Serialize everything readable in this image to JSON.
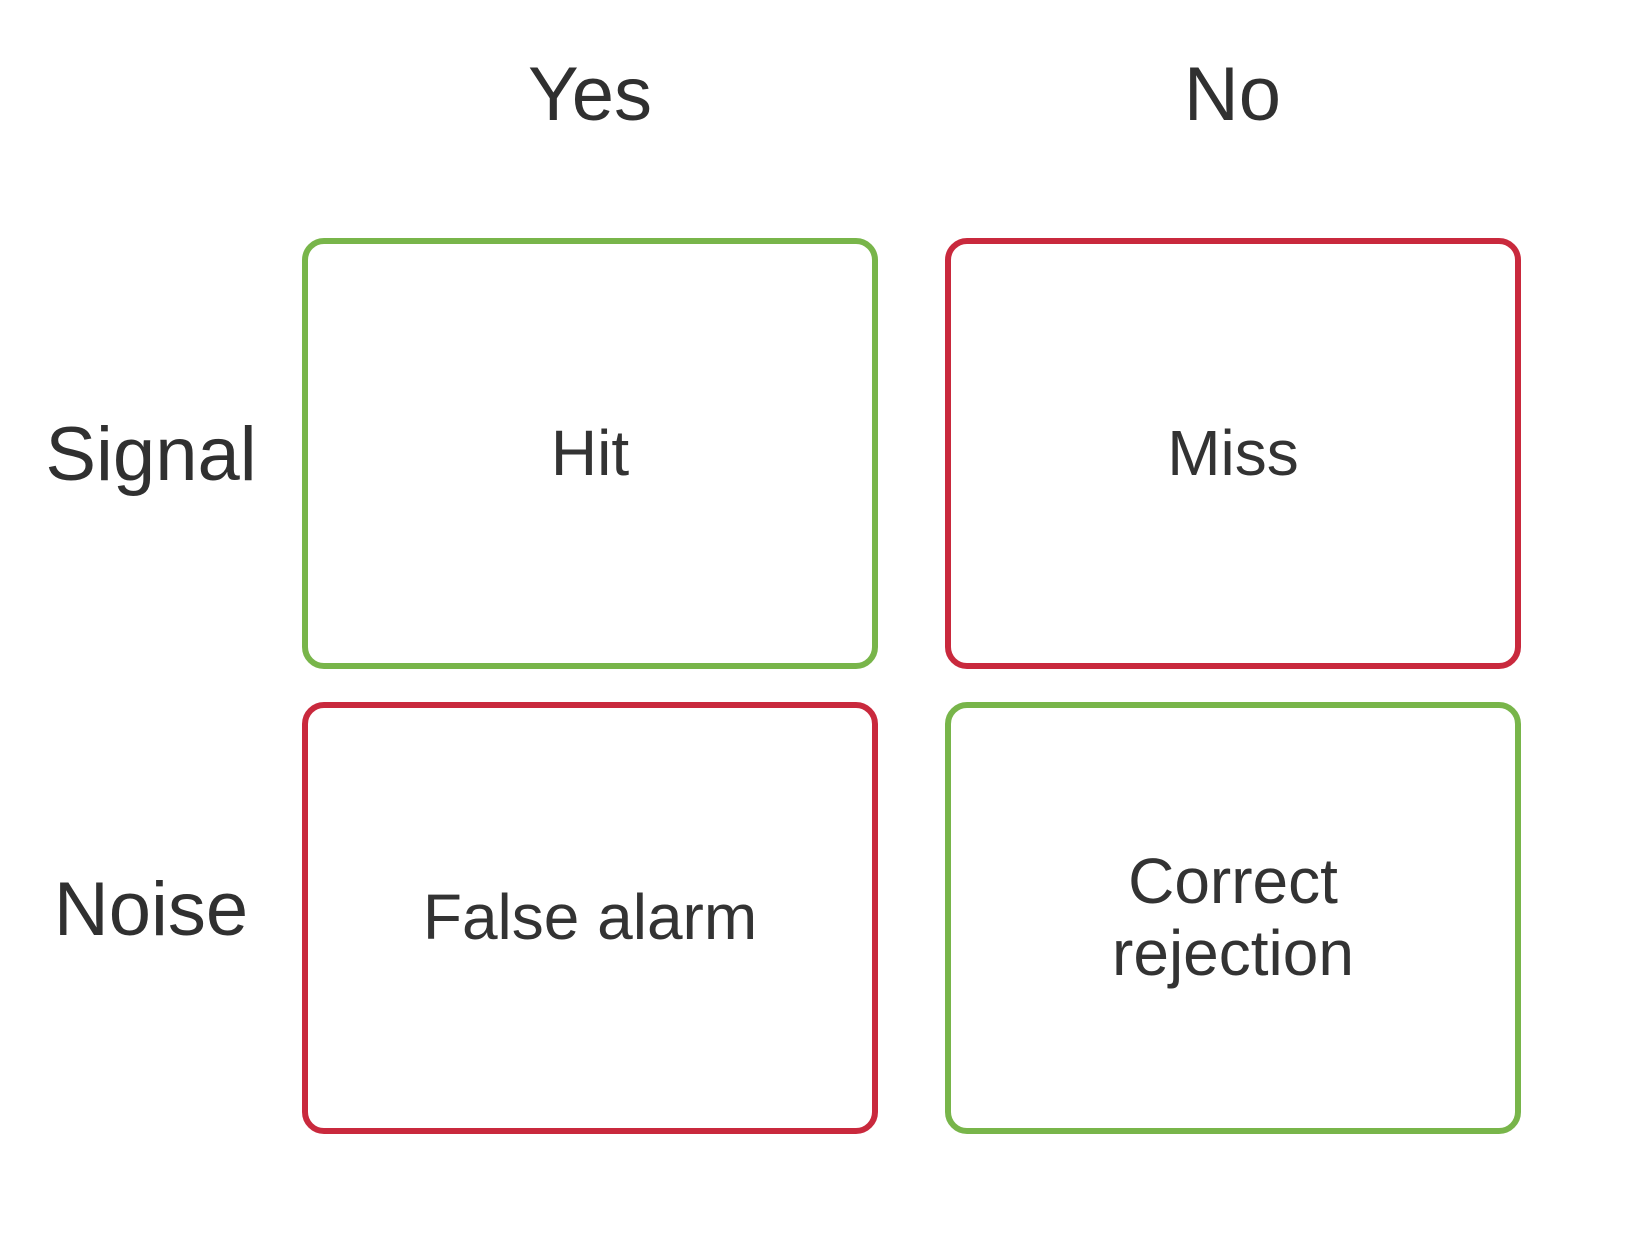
{
  "figure": {
    "type": "signal-detection-matrix",
    "background_color": "#ffffff",
    "text_color": "#333333"
  },
  "colors": {
    "correct_outcome": "#78b54a",
    "incorrect_outcome": "#c9293d",
    "label_text": "#303030"
  },
  "column_headers": [
    {
      "id": "yes",
      "label": "Yes"
    },
    {
      "id": "no",
      "label": "No"
    }
  ],
  "row_headers": [
    {
      "id": "signal",
      "label": "Signal"
    },
    {
      "id": "noise",
      "label": "Noise"
    }
  ],
  "cells": [
    {
      "id": "hit",
      "label": "Hit",
      "row": "Signal",
      "column": "Yes",
      "outcome": "correct",
      "border_color": "#78b54a"
    },
    {
      "id": "miss",
      "label": "Miss",
      "row": "Signal",
      "column": "No",
      "outcome": "incorrect",
      "border_color": "#c9293d"
    },
    {
      "id": "false-alarm",
      "label": "False alarm",
      "row": "Noise",
      "column": "Yes",
      "outcome": "incorrect",
      "border_color": "#c9293d"
    },
    {
      "id": "correct-rejection",
      "label": "Correct rejection",
      "row": "Noise",
      "column": "No",
      "outcome": "correct",
      "border_color": "#78b54a"
    }
  ]
}
